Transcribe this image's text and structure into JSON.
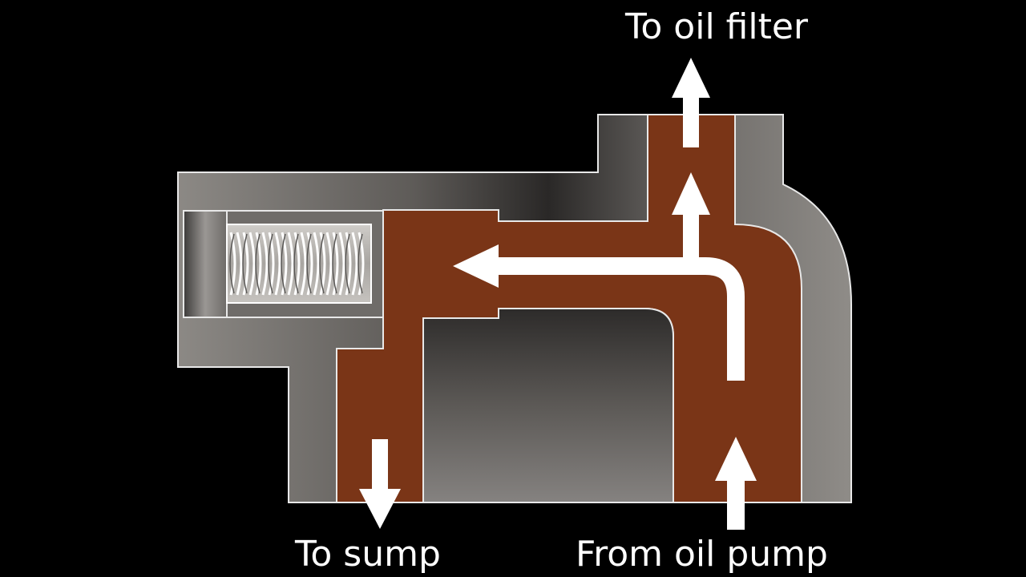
{
  "labels": {
    "to_oil_filter": "To oil filter",
    "to_sump": "To sump",
    "from_oil_pump": "From oil pump"
  },
  "colors": {
    "background": "#000000",
    "housing_gray": "#7a7672",
    "oil_channel": "#7a3517",
    "outline": "#e8e8e8",
    "arrow": "#ffffff"
  },
  "icons": {
    "flow_arrows": "arrow",
    "spring": "coil-spring-icon"
  }
}
